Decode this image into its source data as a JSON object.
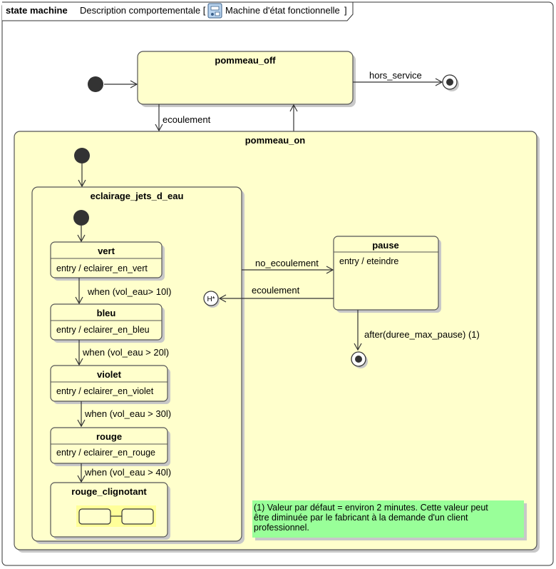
{
  "frame": {
    "kind": "state machine",
    "title": "Description comportementale [",
    "diagram_name": "Machine d'état fonctionnelle",
    "close_bracket": "]"
  },
  "states": {
    "pommeau_off": "pommeau_off",
    "pommeau_on": "pommeau_on",
    "eclairage": "eclairage_jets_d_eau",
    "vert": {
      "name": "vert",
      "entry": "entry / eclairer_en_vert"
    },
    "bleu": {
      "name": "bleu",
      "entry": "entry / eclairer_en_bleu"
    },
    "violet": {
      "name": "violet",
      "entry": "entry / eclairer_en_violet"
    },
    "rouge": {
      "name": "rouge",
      "entry": "entry / eclairer_en_rouge"
    },
    "rouge_clignotant": "rouge_clignotant",
    "pause": {
      "name": "pause",
      "entry": "entry / eteindre"
    }
  },
  "transitions": {
    "hors_service": "hors_service",
    "ecoulement_top": "ecoulement",
    "when_10": "when (vol_eau> 10l)",
    "when_20": "when (vol_eau > 20l)",
    "when_30": "when (vol_eau > 30l)",
    "when_40": "when (vol_eau > 40l)",
    "no_ecoulement": "no_ecoulement",
    "ecoulement_history": "ecoulement",
    "after_pause": "after(duree_max_pause)  (1)"
  },
  "history_label": "H*",
  "note": {
    "line1": "(1) Valeur par défaut = environ 2 minutes. Cette valeur peut",
    "line2": "être diminuée par le fabricant à la demande d'un client",
    "line3": "professionnel."
  },
  "colors": {
    "state_fill": "#ffffcc",
    "note_fill": "#99ff99",
    "border": "#555555",
    "shadow": "#c8c8c8"
  }
}
